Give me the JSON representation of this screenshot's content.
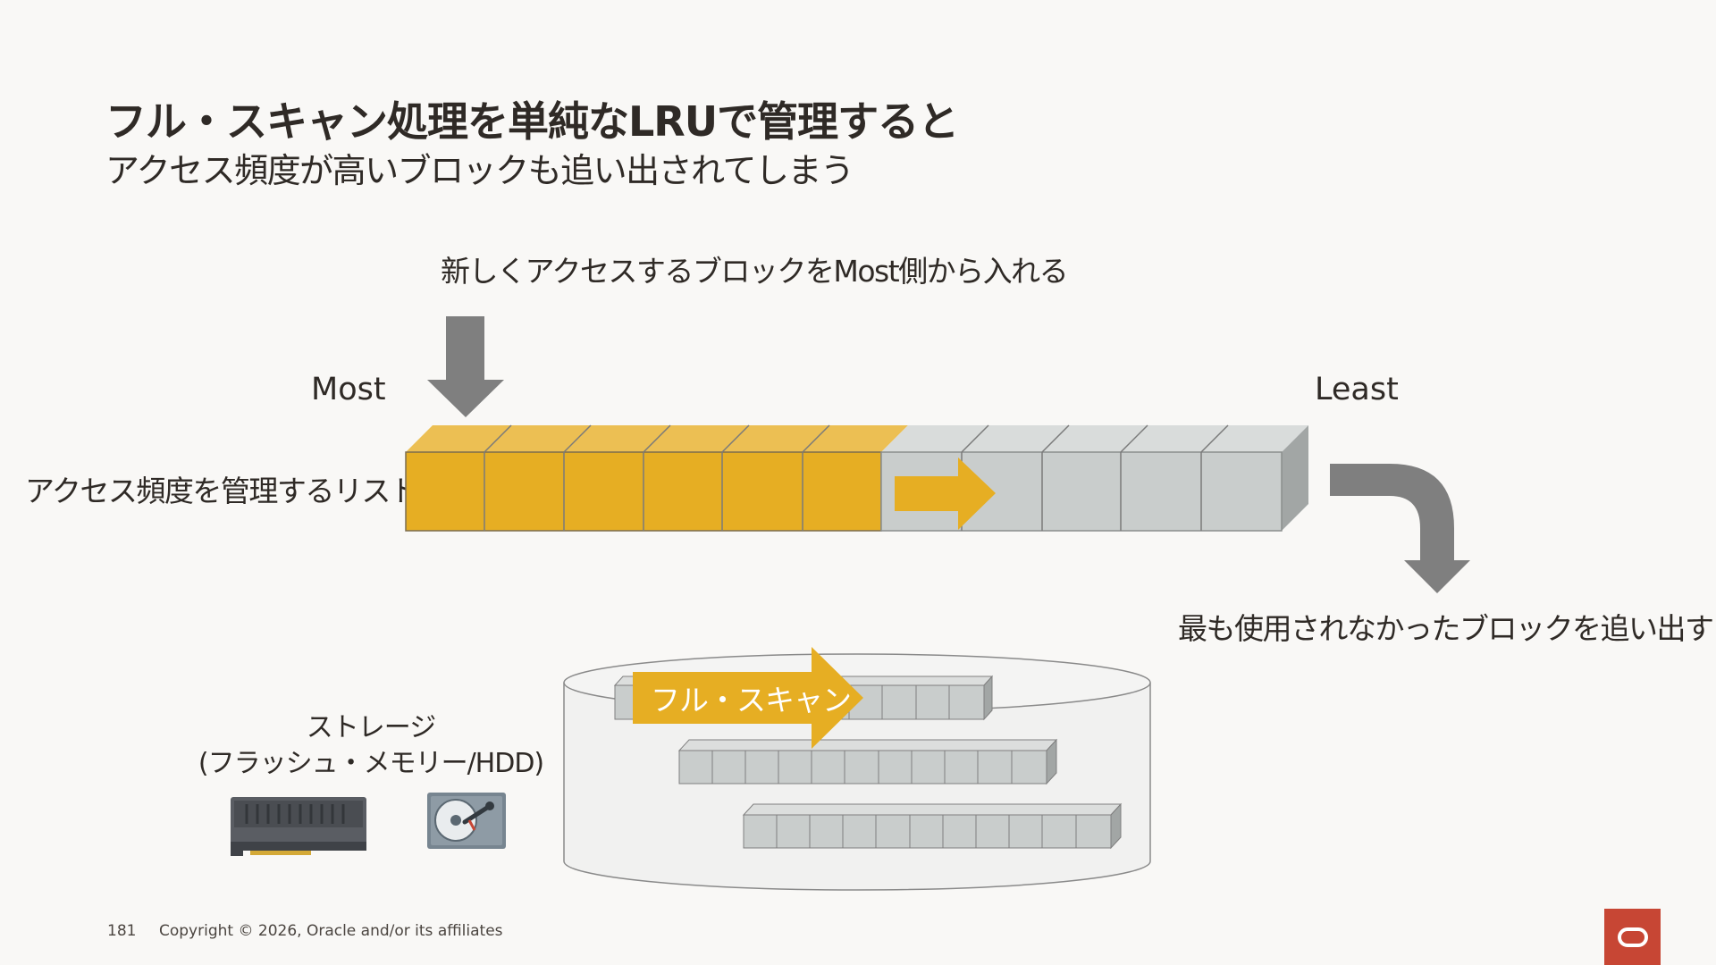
{
  "slide": {
    "title": "フル・スキャン処理を単純なLRUで管理すると",
    "subtitle": "アクセス頻度が高いブロックも追い出されてしまう"
  },
  "diagram": {
    "insert_label": "新しくアクセスするブロックをMost側から入れる",
    "most_label": "Most",
    "least_label": "Least",
    "list_label": "アクセス頻度を管理するリスト",
    "evict_label": "最も使用されなかったブロックを追い出す",
    "fullscan_label": "フル・スキャン",
    "storage_label_line1": "ストレージ",
    "storage_label_line2": "(フラッシュ・メモリー/HDD)",
    "lru_list": {
      "hot_blocks": 6,
      "cold_blocks": 5
    },
    "colors": {
      "hot": "#e6ae23",
      "cold": "#c9cdcc",
      "arrow_gray": "#7f7f7f",
      "oracle_red": "#c74634"
    },
    "icons": [
      "flash-memory-card-icon",
      "hard-disk-drive-icon"
    ]
  },
  "footer": {
    "page_number": "181",
    "copyright": "Copyright © 2026, Oracle and/or its affiliates"
  }
}
